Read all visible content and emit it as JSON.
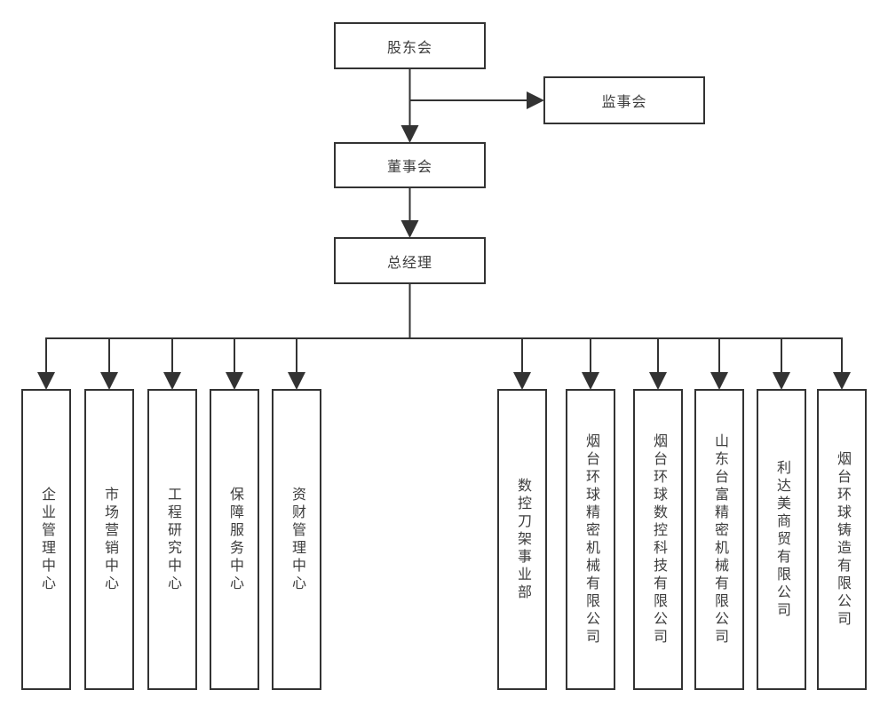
{
  "org_chart": {
    "nodes": {
      "shareholders_meeting": "股东会",
      "supervisory_board": "监事会",
      "board_of_directors": "董事会",
      "general_manager": "总经理"
    },
    "departments": [
      "企业管理中心",
      "市场营销中心",
      "工程研究中心",
      "保障服务中心",
      "资财管理中心",
      "数控刀架事业部",
      "烟台环球精密机械有限公司",
      "烟台环球数控科技有限公司",
      "山东台富精密机械有限公司",
      "利达美商贸有限公司",
      "烟台环球铸造有限公司"
    ]
  },
  "colors": {
    "line": "#333333",
    "box_border": "#333333",
    "box_fill": "#ffffff",
    "text": "#3d3d3d",
    "background": "#ffffff"
  }
}
